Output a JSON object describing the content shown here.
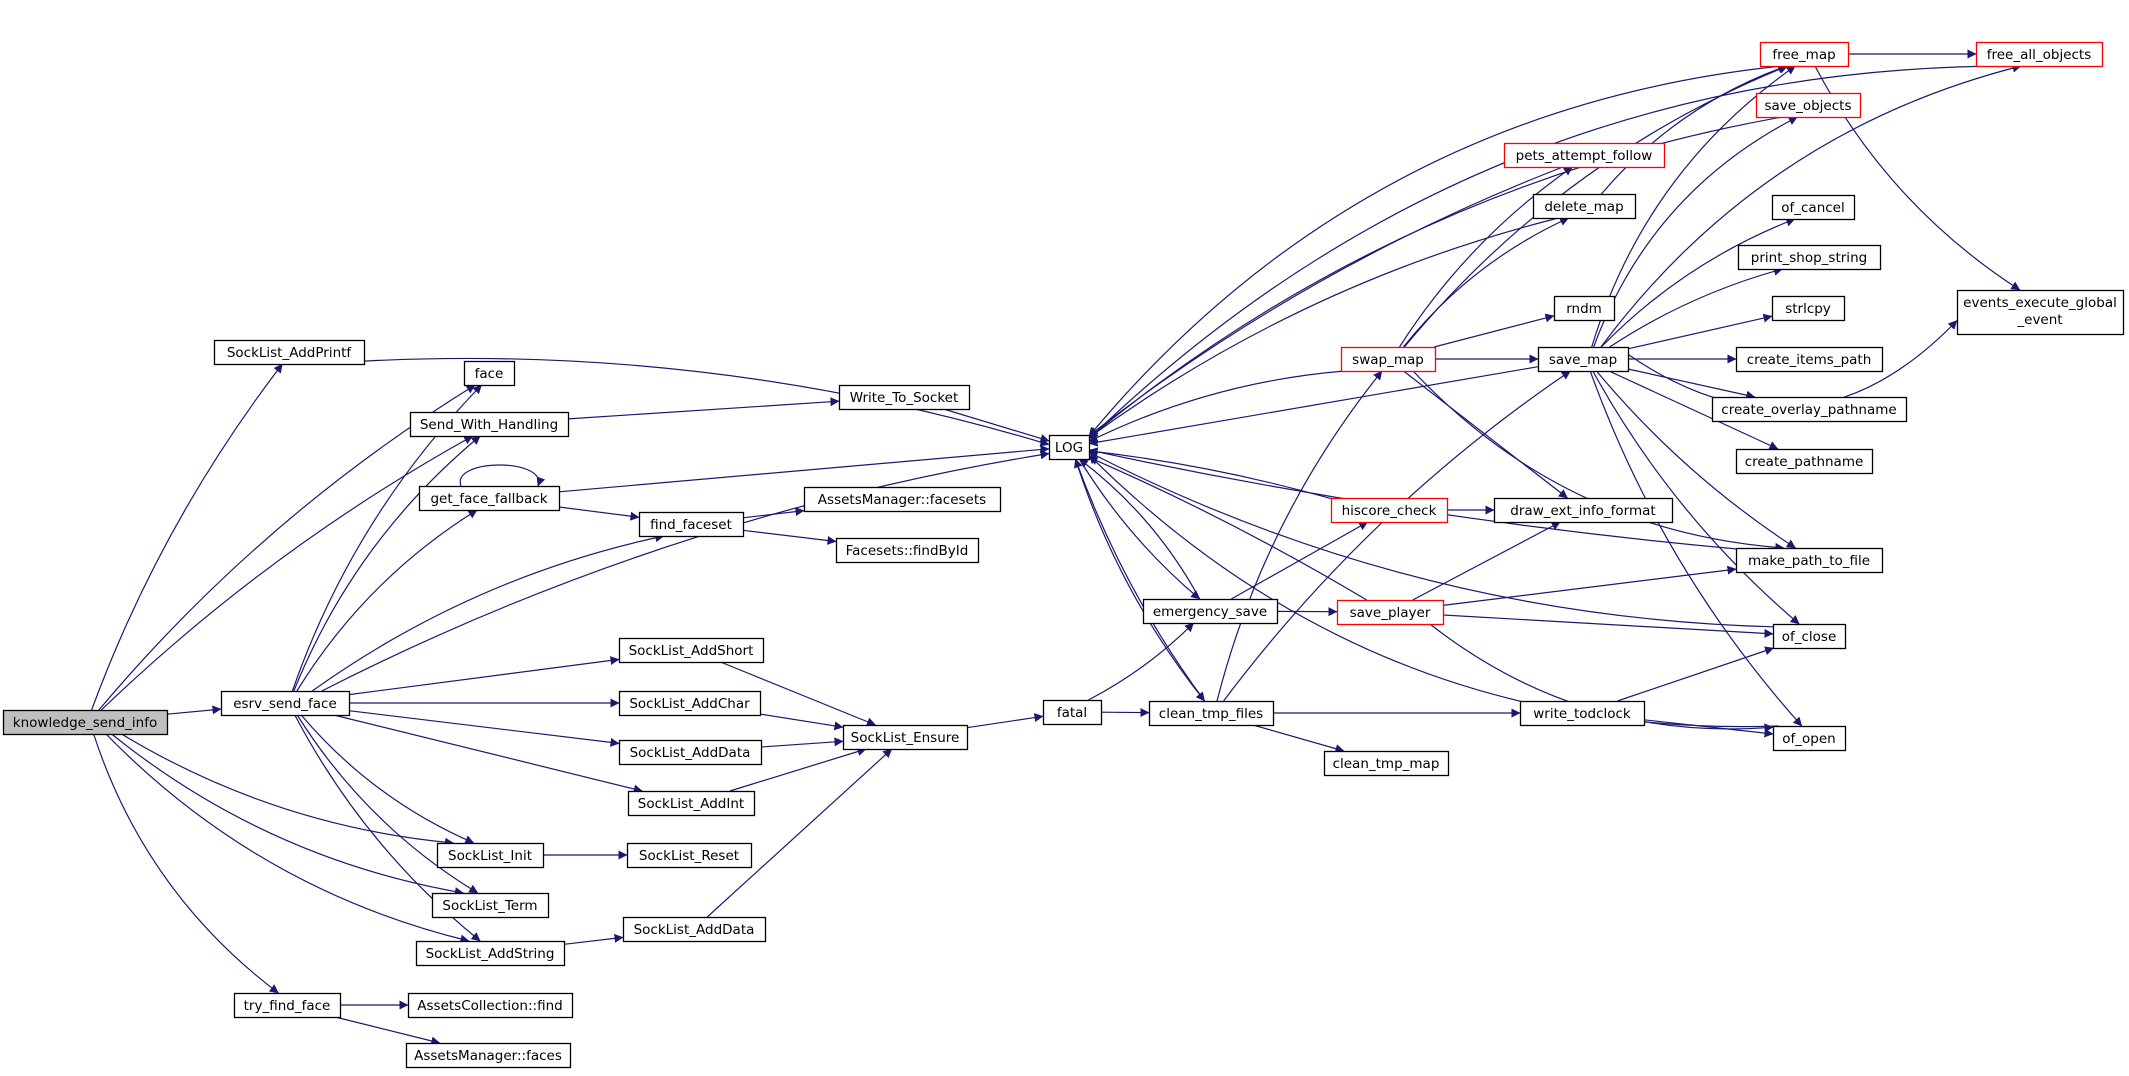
{
  "colors": {
    "edge": "#191970",
    "node_border": "#000000",
    "node_border_truncated": "#ff0000",
    "root_fill": "#bfbfbf",
    "node_fill": "#ffffff"
  },
  "nodes": [
    {
      "id": "knowledge_send_info",
      "label": "knowledge_send_info",
      "style": "root"
    },
    {
      "id": "SockList_AddPrintf",
      "label": "SockList_AddPrintf",
      "style": "normal"
    },
    {
      "id": "face",
      "label": "face",
      "style": "normal"
    },
    {
      "id": "Send_With_Handling",
      "label": "Send_With_Handling",
      "style": "normal"
    },
    {
      "id": "get_face_fallback",
      "label": "get_face_fallback",
      "style": "normal"
    },
    {
      "id": "esrv_send_face",
      "label": "esrv_send_face",
      "style": "normal"
    },
    {
      "id": "try_find_face",
      "label": "try_find_face",
      "style": "normal"
    },
    {
      "id": "find_faceset",
      "label": "find_faceset",
      "style": "normal"
    },
    {
      "id": "Write_To_Socket",
      "label": "Write_To_Socket",
      "style": "normal"
    },
    {
      "id": "AssetsManager_facesets",
      "label": "AssetsManager::facesets",
      "style": "normal"
    },
    {
      "id": "Facesets_findById",
      "label": "Facesets::findById",
      "style": "normal"
    },
    {
      "id": "SockList_AddShort",
      "label": "SockList_AddShort",
      "style": "normal"
    },
    {
      "id": "SockList_AddChar",
      "label": "SockList_AddChar",
      "style": "normal"
    },
    {
      "id": "SockList_AddData_1",
      "label": "SockList_AddData",
      "style": "normal"
    },
    {
      "id": "SockList_AddInt",
      "label": "SockList_AddInt",
      "style": "normal"
    },
    {
      "id": "SockList_Init",
      "label": "SockList_Init",
      "style": "normal"
    },
    {
      "id": "SockList_Term",
      "label": "SockList_Term",
      "style": "normal"
    },
    {
      "id": "SockList_AddString",
      "label": "SockList_AddString",
      "style": "normal"
    },
    {
      "id": "SockList_Reset",
      "label": "SockList_Reset",
      "style": "normal"
    },
    {
      "id": "SockList_AddData_2",
      "label": "SockList_AddData",
      "style": "normal"
    },
    {
      "id": "AssetsCollection_find",
      "label": "AssetsCollection::find",
      "style": "normal"
    },
    {
      "id": "AssetsManager_faces",
      "label": "AssetsManager::faces",
      "style": "normal"
    },
    {
      "id": "SockList_Ensure",
      "label": "SockList_Ensure",
      "style": "normal"
    },
    {
      "id": "LOG",
      "label": "LOG",
      "style": "normal"
    },
    {
      "id": "fatal",
      "label": "fatal",
      "style": "normal"
    },
    {
      "id": "emergency_save",
      "label": "emergency_save",
      "style": "normal"
    },
    {
      "id": "clean_tmp_files",
      "label": "clean_tmp_files",
      "style": "normal"
    },
    {
      "id": "pets_attempt_follow",
      "label": "pets_attempt_follow",
      "style": "truncated"
    },
    {
      "id": "delete_map",
      "label": "delete_map",
      "style": "normal"
    },
    {
      "id": "rndm",
      "label": "rndm",
      "style": "normal"
    },
    {
      "id": "swap_map",
      "label": "swap_map",
      "style": "truncated"
    },
    {
      "id": "save_map",
      "label": "save_map",
      "style": "normal"
    },
    {
      "id": "hiscore_check",
      "label": "hiscore_check",
      "style": "truncated"
    },
    {
      "id": "draw_ext_info_format",
      "label": "draw_ext_info_format",
      "style": "normal"
    },
    {
      "id": "save_player",
      "label": "save_player",
      "style": "truncated"
    },
    {
      "id": "write_todclock",
      "label": "write_todclock",
      "style": "normal"
    },
    {
      "id": "clean_tmp_map",
      "label": "clean_tmp_map",
      "style": "normal"
    },
    {
      "id": "free_map",
      "label": "free_map",
      "style": "truncated"
    },
    {
      "id": "save_objects",
      "label": "save_objects",
      "style": "truncated"
    },
    {
      "id": "free_all_objects",
      "label": "free_all_objects",
      "style": "truncated"
    },
    {
      "id": "of_cancel",
      "label": "of_cancel",
      "style": "normal"
    },
    {
      "id": "print_shop_string",
      "label": "print_shop_string",
      "style": "normal"
    },
    {
      "id": "strlcpy",
      "label": "strlcpy",
      "style": "normal"
    },
    {
      "id": "create_items_path",
      "label": "create_items_path",
      "style": "normal"
    },
    {
      "id": "create_overlay_pathname",
      "label": "create_overlay_pathname",
      "style": "normal"
    },
    {
      "id": "create_pathname",
      "label": "create_pathname",
      "style": "normal"
    },
    {
      "id": "make_path_to_file",
      "label": "make_path_to_file",
      "style": "normal"
    },
    {
      "id": "of_close",
      "label": "of_close",
      "style": "normal"
    },
    {
      "id": "of_open",
      "label": "of_open",
      "style": "normal"
    },
    {
      "id": "events_execute_global_event",
      "label": "events_execute_global_event",
      "lines": [
        "events_execute_global",
        "_event"
      ],
      "style": "normal"
    }
  ],
  "edges": [
    [
      "knowledge_send_info",
      "SockList_AddPrintf"
    ],
    [
      "knowledge_send_info",
      "face"
    ],
    [
      "knowledge_send_info",
      "Send_With_Handling"
    ],
    [
      "knowledge_send_info",
      "esrv_send_face"
    ],
    [
      "knowledge_send_info",
      "SockList_Init"
    ],
    [
      "knowledge_send_info",
      "SockList_Term"
    ],
    [
      "knowledge_send_info",
      "SockList_AddString"
    ],
    [
      "knowledge_send_info",
      "try_find_face"
    ],
    [
      "SockList_AddPrintf",
      "LOG"
    ],
    [
      "Send_With_Handling",
      "Write_To_Socket"
    ],
    [
      "Write_To_Socket",
      "LOG"
    ],
    [
      "get_face_fallback",
      "get_face_fallback"
    ],
    [
      "get_face_fallback",
      "LOG"
    ],
    [
      "get_face_fallback",
      "find_faceset"
    ],
    [
      "find_faceset",
      "AssetsManager_facesets"
    ],
    [
      "find_faceset",
      "Facesets_findById"
    ],
    [
      "esrv_send_face",
      "face"
    ],
    [
      "esrv_send_face",
      "Send_With_Handling"
    ],
    [
      "esrv_send_face",
      "get_face_fallback"
    ],
    [
      "esrv_send_face",
      "find_faceset"
    ],
    [
      "esrv_send_face",
      "LOG"
    ],
    [
      "esrv_send_face",
      "SockList_AddShort"
    ],
    [
      "esrv_send_face",
      "SockList_AddChar"
    ],
    [
      "esrv_send_face",
      "SockList_AddData_1"
    ],
    [
      "esrv_send_face",
      "SockList_AddInt"
    ],
    [
      "esrv_send_face",
      "SockList_Init"
    ],
    [
      "esrv_send_face",
      "SockList_Term"
    ],
    [
      "esrv_send_face",
      "SockList_AddString"
    ],
    [
      "SockList_AddShort",
      "SockList_Ensure"
    ],
    [
      "SockList_AddChar",
      "SockList_Ensure"
    ],
    [
      "SockList_AddData_1",
      "SockList_Ensure"
    ],
    [
      "SockList_AddInt",
      "SockList_Ensure"
    ],
    [
      "SockList_AddData_2",
      "SockList_Ensure"
    ],
    [
      "SockList_Init",
      "SockList_Reset"
    ],
    [
      "SockList_AddString",
      "SockList_AddData_2"
    ],
    [
      "try_find_face",
      "AssetsCollection_find"
    ],
    [
      "try_find_face",
      "AssetsManager_faces"
    ],
    [
      "SockList_Ensure",
      "fatal"
    ],
    [
      "fatal",
      "emergency_save"
    ],
    [
      "fatal",
      "clean_tmp_files"
    ],
    [
      "emergency_save",
      "LOG"
    ],
    [
      "emergency_save",
      "hiscore_check"
    ],
    [
      "emergency_save",
      "save_player"
    ],
    [
      "clean_tmp_files",
      "LOG"
    ],
    [
      "clean_tmp_files",
      "swap_map"
    ],
    [
      "clean_tmp_files",
      "save_map"
    ],
    [
      "clean_tmp_files",
      "write_todclock"
    ],
    [
      "clean_tmp_files",
      "clean_tmp_map"
    ],
    [
      "LOG",
      "emergency_save"
    ],
    [
      "LOG",
      "clean_tmp_files"
    ],
    [
      "swap_map",
      "LOG"
    ],
    [
      "swap_map",
      "pets_attempt_follow"
    ],
    [
      "swap_map",
      "delete_map"
    ],
    [
      "swap_map",
      "rndm"
    ],
    [
      "swap_map",
      "save_map"
    ],
    [
      "swap_map",
      "free_map"
    ],
    [
      "swap_map",
      "draw_ext_info_format"
    ],
    [
      "swap_map",
      "make_path_to_file"
    ],
    [
      "pets_attempt_follow",
      "LOG"
    ],
    [
      "delete_map",
      "LOG"
    ],
    [
      "delete_map",
      "free_map"
    ],
    [
      "save_map",
      "LOG"
    ],
    [
      "save_map",
      "free_map"
    ],
    [
      "save_map",
      "save_objects"
    ],
    [
      "save_map",
      "free_all_objects"
    ],
    [
      "save_map",
      "of_cancel"
    ],
    [
      "save_map",
      "print_shop_string"
    ],
    [
      "save_map",
      "strlcpy"
    ],
    [
      "save_map",
      "create_items_path"
    ],
    [
      "save_map",
      "create_overlay_pathname"
    ],
    [
      "save_map",
      "create_pathname"
    ],
    [
      "save_map",
      "make_path_to_file"
    ],
    [
      "save_map",
      "of_close"
    ],
    [
      "save_map",
      "of_open"
    ],
    [
      "save_map",
      "events_execute_global_event"
    ],
    [
      "hiscore_check",
      "LOG"
    ],
    [
      "hiscore_check",
      "draw_ext_info_format"
    ],
    [
      "save_player",
      "LOG"
    ],
    [
      "save_player",
      "draw_ext_info_format"
    ],
    [
      "save_player",
      "make_path_to_file"
    ],
    [
      "save_player",
      "of_close"
    ],
    [
      "save_player",
      "of_open"
    ],
    [
      "write_todclock",
      "of_close"
    ],
    [
      "write_todclock",
      "of_open"
    ],
    [
      "free_map",
      "LOG"
    ],
    [
      "free_map",
      "free_all_objects"
    ],
    [
      "free_map",
      "events_execute_global_event"
    ],
    [
      "save_objects",
      "LOG"
    ],
    [
      "free_all_objects",
      "LOG"
    ],
    [
      "make_path_to_file",
      "LOG"
    ],
    [
      "of_close",
      "LOG"
    ],
    [
      "of_open",
      "LOG"
    ]
  ]
}
